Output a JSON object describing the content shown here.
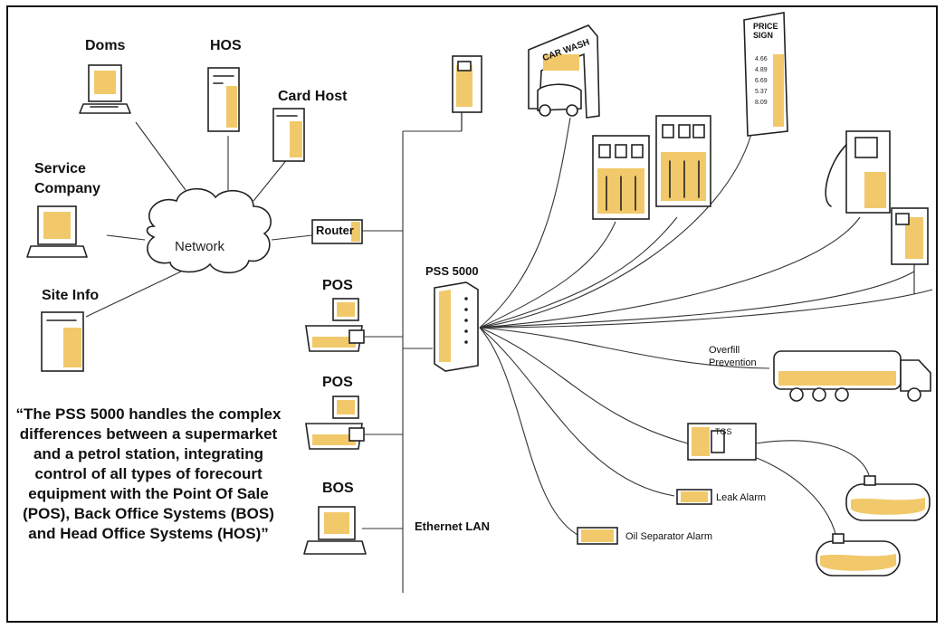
{
  "labels": {
    "doms": "Doms",
    "hos": "HOS",
    "card_host": "Card Host",
    "service_company": "Service\nCompany",
    "site_info": "Site Info",
    "network": "Network",
    "router": "Router",
    "pos1": "POS",
    "pos2": "POS",
    "bos": "BOS",
    "pss": "PSS 5000",
    "ethernet": "Ethernet LAN",
    "overfill": "Overfill\nPrevention",
    "leak": "Leak Alarm",
    "oil": "Oil Separator Alarm",
    "tgs": "TGS",
    "car_wash": "CAR WASH",
    "price_sign": "PRICE\nSIGN",
    "prices": [
      "4.66",
      "4.89",
      "6.69",
      "5.37",
      "8.09"
    ]
  },
  "quote": "“The PSS 5000 handles the complex differences between a supermarket and a petrol station, integrating control of all types of forecourt equipment with the Point Of Sale (POS), Back Office Systems (BOS) and Head Office Systems (HOS)”",
  "colors": {
    "accent": "#f2c96a",
    "ink": "#222222"
  }
}
